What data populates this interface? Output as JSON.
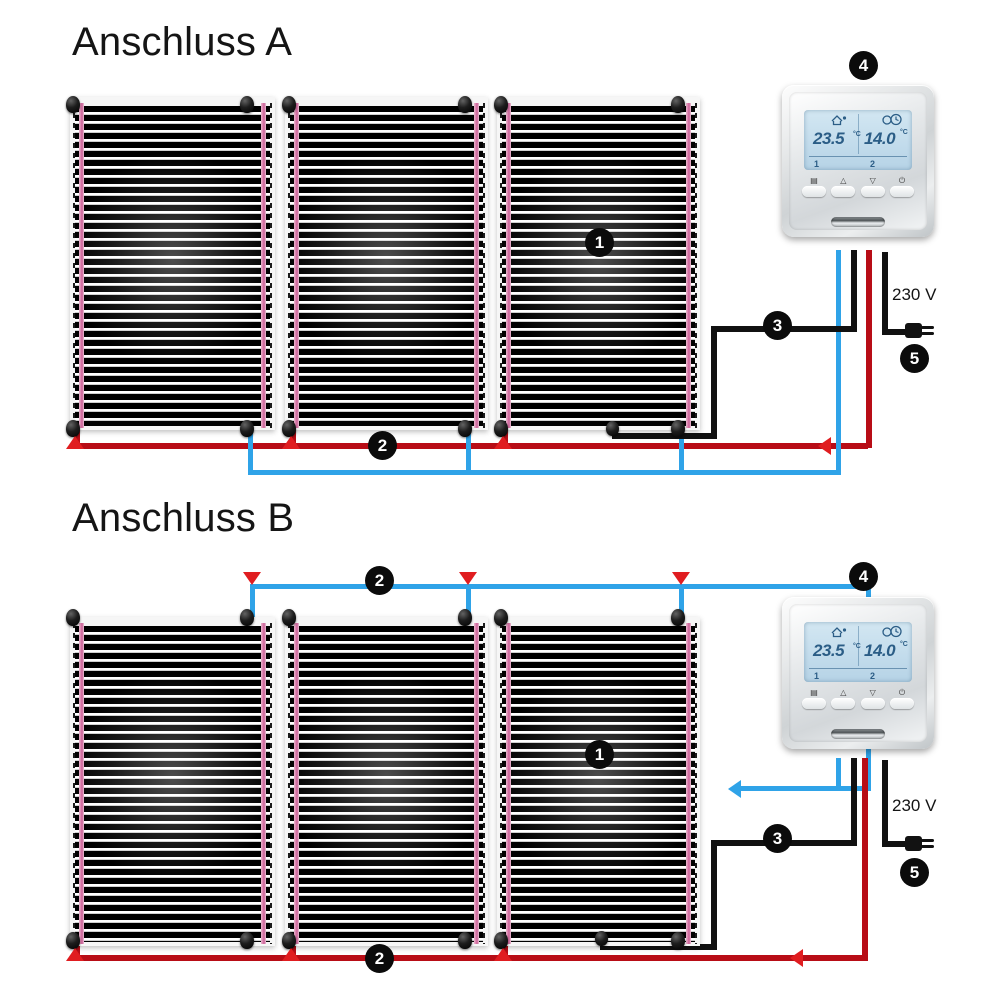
{
  "sections": [
    {
      "id": "a",
      "title": "Anschluss A",
      "voltage_label": "230 V",
      "badges": {
        "mat": "1",
        "wire": "2",
        "sensor": "3",
        "thermostat": "4",
        "plug": "5"
      }
    },
    {
      "id": "b",
      "title": "Anschluss B",
      "voltage_label": "230 V",
      "badges": {
        "mat": "1",
        "wire": "2",
        "sensor": "3",
        "thermostat": "4",
        "plug": "5"
      }
    }
  ],
  "thermostat": {
    "display": {
      "room_temp": "23.5",
      "room_unit": "°C",
      "set_temp": "14.0",
      "set_unit": "°C",
      "left_footer": "1",
      "right_footer": "2",
      "left_icon": "house-heat-icon",
      "right_icon": "clock-program-icon"
    },
    "buttons": [
      {
        "icon": "menu-book-icon",
        "glyph": "▤"
      },
      {
        "icon": "arrow-up-icon",
        "glyph": "△"
      },
      {
        "icon": "arrow-down-icon",
        "glyph": "▽"
      },
      {
        "icon": "power-icon",
        "glyph": "⏻"
      }
    ],
    "slot": "card-slot"
  },
  "legend": {
    "1": "heating-film-mat",
    "2": "supply-wire",
    "3": "floor-sensor-wire",
    "4": "thermostat",
    "5": "mains-plug-230v"
  },
  "colors": {
    "red_wire": "#b80d16",
    "blue_wire": "#2fa3e8",
    "black_wire": "#111111",
    "busbar": "#d976a8",
    "badge": "#0b0b0b",
    "arrow": "#e01d20"
  }
}
